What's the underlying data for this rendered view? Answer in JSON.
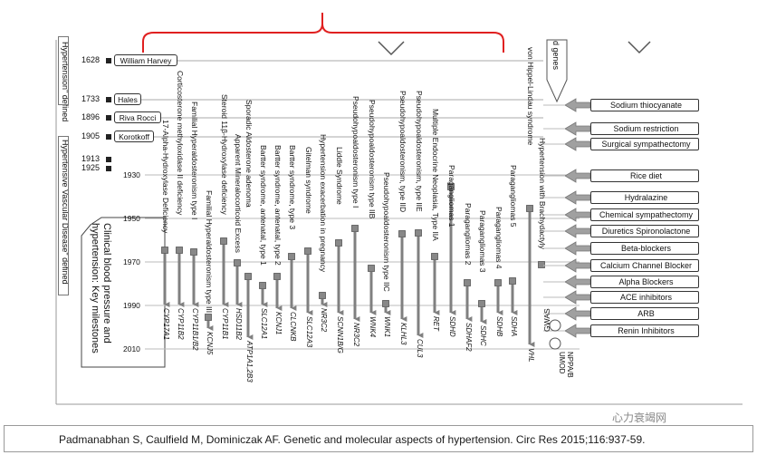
{
  "side_labels": {
    "left_top": "Hypertension\" defined",
    "left_bottom": "Hypertensive Vascular Disease\" defined",
    "milestones": "Clinical blood pressure and hypertension: Key milestones",
    "right_top": "d genes"
  },
  "people": [
    {
      "year": "1628",
      "name": "William Harvey"
    },
    {
      "year": "1733",
      "name": "Hales"
    },
    {
      "year": "1896",
      "name": "Riva Rocci"
    },
    {
      "year": "1905",
      "name": "Korotkoff"
    },
    {
      "year": "1913",
      "name": ""
    },
    {
      "year": "1925",
      "name": ""
    }
  ],
  "timeline_years": [
    "1930",
    "1950",
    "1970",
    "1990",
    "2010"
  ],
  "diseases": [
    {
      "label": "17-Alpha-Hydroxylase Deficiency",
      "gene": "CYP17A1"
    },
    {
      "label": "Corticosterone methyloxidase II deficiency",
      "gene": "CYP11B2"
    },
    {
      "label": "Familial Hyperaldosteronism type I",
      "gene": "CYP11B1/B2"
    },
    {
      "label": "Familial Hyperaldosteronism type III",
      "gene": "KCNJ5"
    },
    {
      "label": "Steroid 11β-Hydroxylase deficiency",
      "gene": "CYP11B1"
    },
    {
      "label": "Apparent Mineralocorticoid Excess",
      "gene": "HSD11B2"
    },
    {
      "label": "Sporadic Aldosterone adenoma",
      "gene": "ATP1A1,2B3"
    },
    {
      "label": "Bartter syndrome, antenatal, type 1",
      "gene": "SLC12A1"
    },
    {
      "label": "Bartter syndrome, antenatal, type 2",
      "gene": "KCNJ1"
    },
    {
      "label": "Bartter syndrome, type 3",
      "gene": "CLCNKB"
    },
    {
      "label": "Gitelman syndrome",
      "gene": "SLC12A3"
    },
    {
      "label": "Hypertension exacerbation in pregnancy",
      "gene": "NR3C2"
    },
    {
      "label": "Liddle Syndrome",
      "gene": "SCNN1B/G"
    },
    {
      "label": "Pseudohypoaldosteronism type I",
      "gene": "NR3C2"
    },
    {
      "label": "Pseudohypoaldosteronism type IIB",
      "gene": "WNK4"
    },
    {
      "label": "Pseudohypoaldosteronism type IIC",
      "gene": "WNK1"
    },
    {
      "label": "Pseudohypoaldosteronism, type IID",
      "gene": "KLHL3"
    },
    {
      "label": "Pseudohypoaldosteronism, type IIE",
      "gene": "CUL3"
    },
    {
      "label": "Multiple Endocrine Neoplasia, Type IIA",
      "gene": "RET"
    },
    {
      "label": "Paragangliomas 1",
      "gene": "SDHD"
    },
    {
      "label": "Paragangliomas 2",
      "gene": "SDHAF2"
    },
    {
      "label": "Paragangliomas 3",
      "gene": "SDHC"
    },
    {
      "label": "Paragangliomas 4",
      "gene": "SDHB"
    },
    {
      "label": "Paragangliomas 5",
      "gene": "SDHA"
    },
    {
      "label": "Hypertension with Brachydactyly",
      "gene": ""
    },
    {
      "label": "von Hippel-Lindau syndrome",
      "gene": "VHL"
    }
  ],
  "gwas": {
    "label": "GWAS",
    "gene": "NPPA/B UMOD"
  },
  "treatments": [
    "Sodium thiocyanate",
    "Sodium restriction",
    "Surgical sympathectomy",
    "Rice diet",
    "Hydralazine",
    "Chemical sympathectomy",
    "Diuretics Spironolactone",
    "Beta-blockers",
    "Calcium Channel Blocker",
    "Alpha Blockers",
    "ACE inhibitors",
    "ARB",
    "Renin Inhibitors"
  ],
  "caption": "Padmanabhan S, Caulfield M, Dominiczak AF. Genetic and molecular aspects of hypertension. Circ Res 2015;116:937-59.",
  "watermark": "心力衰竭网",
  "colors": {
    "bracket": "#e02020",
    "arrow": "#808080",
    "line": "#333333"
  }
}
